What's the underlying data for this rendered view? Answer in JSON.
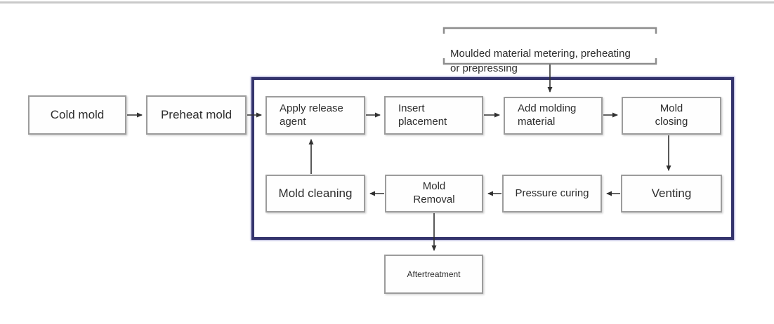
{
  "diagram": {
    "note": {
      "label": "Moulded material metering, preheating\nor prepressing"
    },
    "nodes": [
      {
        "id": "cold-mold",
        "label": "Cold mold"
      },
      {
        "id": "preheat-mold",
        "label": "Preheat mold"
      },
      {
        "id": "apply-release-agent",
        "label": "Apply release\nagent"
      },
      {
        "id": "insert-placement",
        "label": "Insert\nplacement"
      },
      {
        "id": "add-molding-material",
        "label": "Add molding\nmaterial"
      },
      {
        "id": "mold-closing",
        "label": "Mold\nclosing"
      },
      {
        "id": "mold-cleaning",
        "label": "Mold cleaning"
      },
      {
        "id": "mold-removal",
        "label": "Mold\nRemoval"
      },
      {
        "id": "pressure-curing",
        "label": "Pressure curing"
      },
      {
        "id": "venting",
        "label": "Venting"
      },
      {
        "id": "aftertreatment",
        "label": "Aftertreatment"
      }
    ],
    "edges": [
      {
        "from": "cold-mold",
        "to": "preheat-mold"
      },
      {
        "from": "preheat-mold",
        "to": "apply-release-agent"
      },
      {
        "from": "apply-release-agent",
        "to": "insert-placement"
      },
      {
        "from": "insert-placement",
        "to": "add-molding-material"
      },
      {
        "from": "add-molding-material",
        "to": "mold-closing"
      },
      {
        "from": "metering-note",
        "to": "add-molding-material"
      },
      {
        "from": "mold-closing",
        "to": "venting"
      },
      {
        "from": "venting",
        "to": "pressure-curing"
      },
      {
        "from": "pressure-curing",
        "to": "mold-removal"
      },
      {
        "from": "mold-removal",
        "to": "mold-cleaning"
      },
      {
        "from": "mold-cleaning",
        "to": "apply-release-agent"
      },
      {
        "from": "mold-removal",
        "to": "aftertreatment"
      }
    ],
    "colors": {
      "group_border": "#34346d",
      "box_border": "#9c9c9c",
      "arrow": "#303030",
      "bracket": "#8d8d8d",
      "top_divider": "#c9c9c9"
    }
  }
}
